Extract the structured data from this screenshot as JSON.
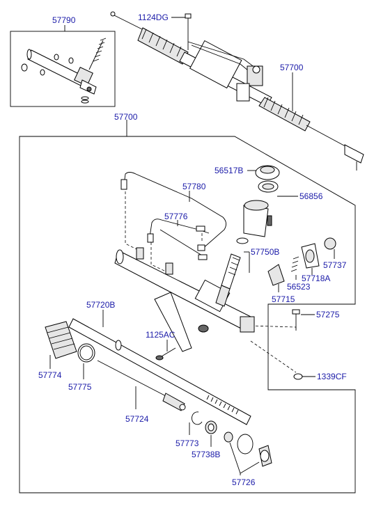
{
  "labels": {
    "top_ref": "57790",
    "bolt_top": "1124DG",
    "assy_top": "57700",
    "assy_main": "57700",
    "cap": "56517B",
    "seal_upper": "56856",
    "pipe_long": "57780",
    "pipe_short": "57776",
    "pinion": "57750B",
    "plug": "57737",
    "yoke_cover": "57718A",
    "spring": "56523",
    "yoke": "57715",
    "rack": "57720B",
    "bolt_mount": "57275",
    "bolt_bracket": "1125AC",
    "boot": "57774",
    "band": "57775",
    "bushing_nut": "1339CF",
    "inner_rack": "57724",
    "snap_ring": "57773",
    "bushing": "57738B",
    "seal_kit": "57726"
  }
}
